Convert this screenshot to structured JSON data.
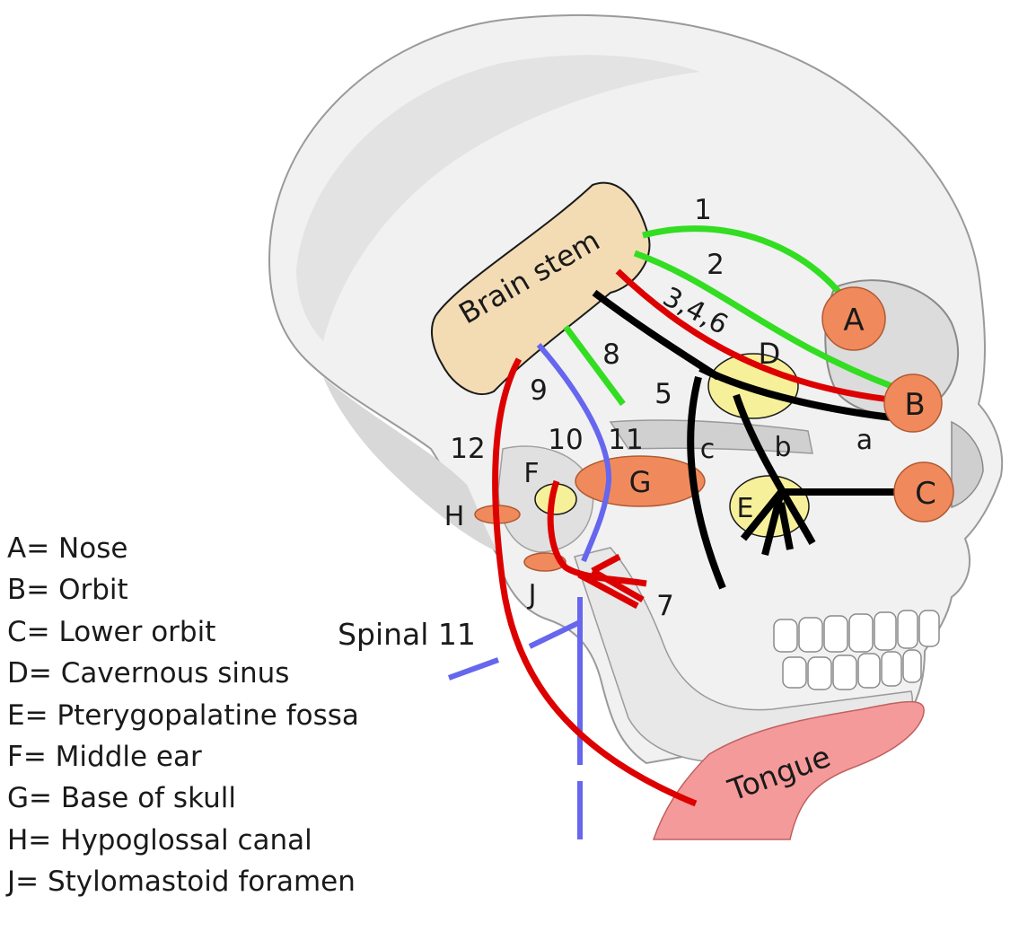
{
  "structures": {
    "brain_stem": "Brain stem",
    "tongue": "Tongue",
    "A": "A",
    "B": "B",
    "C": "C",
    "D": "D",
    "E": "E",
    "F": "F",
    "G": "G",
    "H": "H",
    "J": "J"
  },
  "nerves": {
    "n1": "1",
    "n2": "2",
    "n346": "3,4,6",
    "n5": "5",
    "n7": "7",
    "n8": "8",
    "n9": "9",
    "n10": "10",
    "n11": "11",
    "n12": "12",
    "spinal11": "Spinal 11",
    "branch_a": "a",
    "branch_b": "b",
    "branch_c": "c"
  },
  "legend": [
    "A= Nose",
    "B= Orbit",
    "C= Lower orbit",
    "D= Cavernous sinus",
    "E= Pterygopalatine fossa",
    "F= Middle ear",
    "G= Base of skull",
    "H= Hypoglossal canal",
    "J= Stylomastoid foramen"
  ],
  "colors": {
    "green": "#33dd22",
    "red": "#dd0000",
    "black": "#000000",
    "blue": "#6666ee",
    "orange": "#f08a5d",
    "yellow": "#f7f09a",
    "tan": "#f3dcb4",
    "pink": "#f59a9a"
  }
}
